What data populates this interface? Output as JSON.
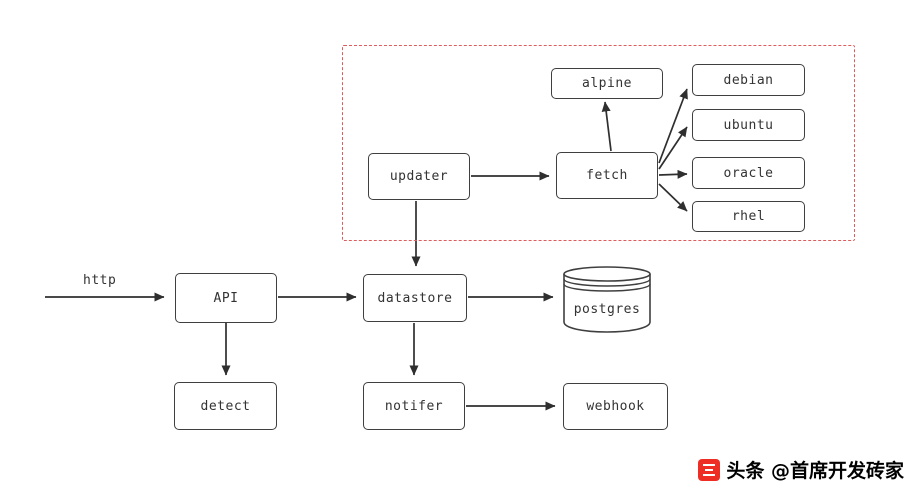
{
  "diagram": {
    "nodes": {
      "api": {
        "label": "API"
      },
      "detect": {
        "label": "detect"
      },
      "datastore": {
        "label": "datastore"
      },
      "postgres": {
        "label": "postgres"
      },
      "notifer": {
        "label": "notifer"
      },
      "webhook": {
        "label": "webhook"
      },
      "updater": {
        "label": "updater"
      },
      "fetch": {
        "label": "fetch"
      },
      "alpine": {
        "label": "alpine"
      },
      "debian": {
        "label": "debian"
      },
      "ubuntu": {
        "label": "ubuntu"
      },
      "oracle": {
        "label": "oracle"
      },
      "rhel": {
        "label": "rhel"
      }
    },
    "edge_labels": {
      "http": "http"
    },
    "colors": {
      "box_border": "#3f3f3f",
      "group_border": "#e05c5c",
      "arrow": "#2f2f2f"
    }
  },
  "watermark": {
    "icon": "toutiao-logo",
    "icon_color": "#ee2d24",
    "text": "头条 @首席开发砖家"
  }
}
